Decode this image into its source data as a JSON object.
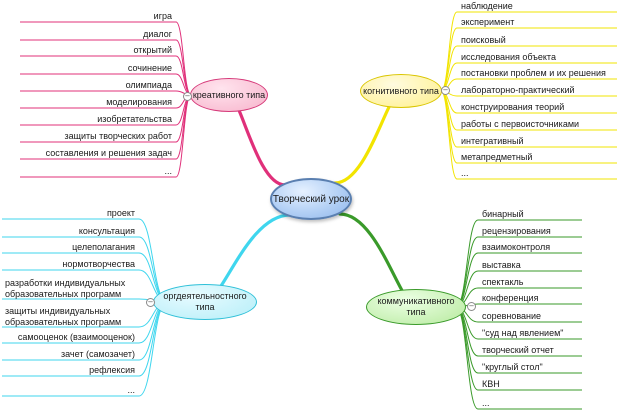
{
  "center": {
    "label": "Творческий урок"
  },
  "branches": [
    {
      "id": "creative",
      "label": "креативного типа",
      "color": "#e0307a",
      "items": [
        "игра",
        "диалог",
        "открытий",
        "сочинение",
        "олимпиада",
        "моделирования",
        "изобретательства",
        "защиты творческих работ",
        "составления и решения задач",
        "..."
      ]
    },
    {
      "id": "cognitive",
      "label": "когнитивного типа",
      "color": "#f2e400",
      "items": [
        "наблюдение",
        "эксперимент",
        "поисковый",
        "исследования объекта",
        "постановки проблем и их решения",
        "лабораторно-практический",
        "конструирования теорий",
        "работы с первоисточниками",
        "интегративный",
        "метапредметный",
        "..."
      ]
    },
    {
      "id": "organizational",
      "label": "оргдеятельностного типа",
      "color": "#3fd6ee",
      "items": [
        "проект",
        "консультация",
        "целеполагания",
        "нормотворчества",
        "разработки индивидуальных образовательных программ",
        "защиты индивидуальных образовательных программ",
        "самооценок (взаимооценок)",
        "зачет (самозачет)",
        "рефлексия",
        "..."
      ]
    },
    {
      "id": "communicative",
      "label": "коммуникативного типа",
      "color": "#3a9a2a",
      "items": [
        "бинарный",
        "рецензирования",
        "взаимоконтроля",
        "выставка",
        "спектакль",
        "конференция",
        "соревнование",
        "\"суд над явлением\"",
        "творческий отчет",
        "\"круглый стол\"",
        "КВН",
        "..."
      ]
    }
  ],
  "ui": {
    "collapse_symbol": "−"
  }
}
